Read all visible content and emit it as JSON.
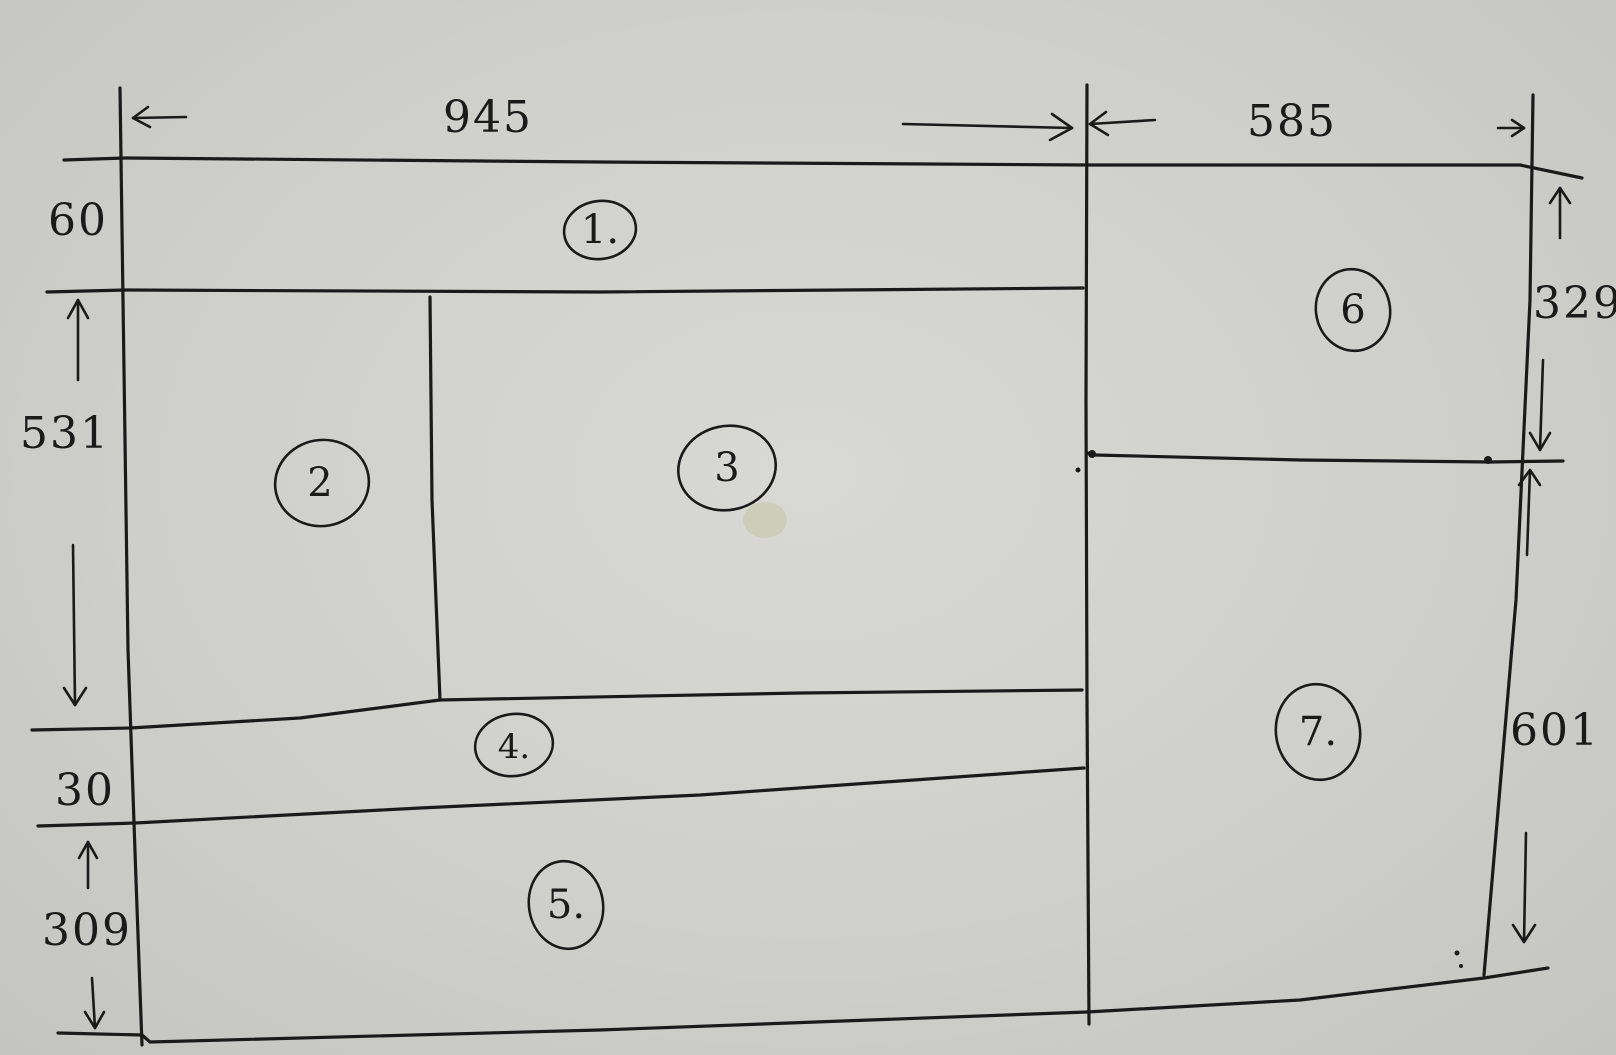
{
  "dimensions": {
    "top_left_width": "945",
    "top_right_width": "585",
    "left_header_height": "60",
    "left_main_height": "531",
    "left_bar_height": "30",
    "left_bottom_height": "309",
    "right_top_height": "329",
    "right_bottom_height": "601"
  },
  "regions": [
    {
      "id": "1",
      "label": "1."
    },
    {
      "id": "2",
      "label": "2"
    },
    {
      "id": "3",
      "label": "3"
    },
    {
      "id": "4",
      "label": "4."
    },
    {
      "id": "5",
      "label": "5."
    },
    {
      "id": "6",
      "label": "6"
    },
    {
      "id": "7",
      "label": "7."
    }
  ]
}
